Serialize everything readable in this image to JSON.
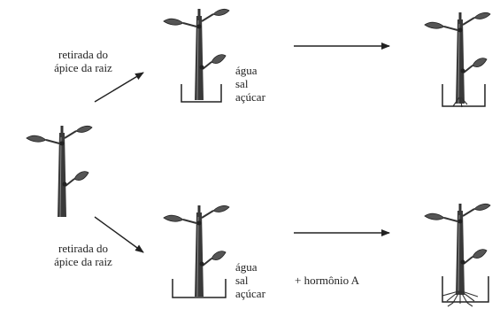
{
  "labels": {
    "top_treatment": [
      "retirada do",
      "ápice da raiz"
    ],
    "bottom_treatment": [
      "retirada do",
      "ápice da raiz"
    ],
    "top_medium": [
      "água",
      "sal",
      "açúcar"
    ],
    "bottom_medium": [
      "água",
      "sal",
      "açúcar"
    ],
    "hormone": "+ hormônio A"
  },
  "colors": {
    "stroke": "#222222",
    "stem": "#3a3a3a",
    "leaf": "#555555"
  }
}
